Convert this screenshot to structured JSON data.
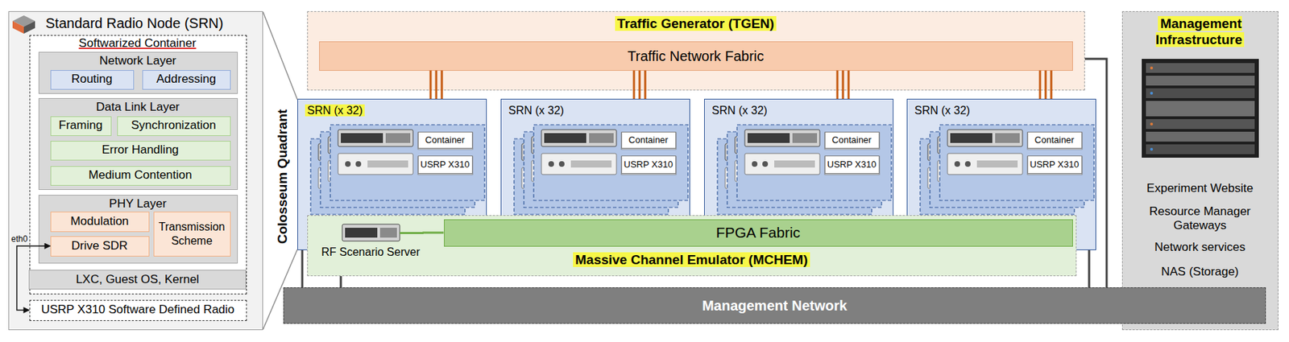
{
  "diagram": {
    "nodes": [
      {
        "text": [
          "Standard Radio Node (SRN)"
        ]
      },
      {
        "text": [
          "Softwarized Container"
        ],
        "in": 0
      },
      {
        "text": [
          "Network Layer"
        ],
        "in": 1
      },
      {
        "text": [
          "Routing"
        ],
        "in": 2
      },
      {
        "text": [
          "Addressing"
        ],
        "in": 2
      },
      {
        "text": [
          "Data Link Layer"
        ],
        "in": 1
      },
      {
        "text": [
          "Framing"
        ],
        "in": 5
      },
      {
        "text": [
          "Synchronization"
        ],
        "in": 5
      },
      {
        "text": [
          "Error Handling"
        ],
        "in": 5
      },
      {
        "text": [
          "Medium Contention"
        ],
        "in": 5
      },
      {
        "text": [
          "PHY Layer"
        ],
        "in": 1
      },
      {
        "text": [
          "Modulation"
        ],
        "in": 10
      },
      {
        "text": [
          "Drive SDR"
        ],
        "in": 10
      },
      {
        "text": [
          "Transmission Scheme"
        ],
        "in": 10
      },
      {
        "text": [
          "LXC, Guest OS, Kernel"
        ],
        "in": 1
      },
      {
        "text": [
          "USRP X310 Software Defined Radio"
        ],
        "in": 0
      },
      {
        "text": [
          "Traffic Generator (TGEN)"
        ]
      },
      {
        "text": [
          "Traffic Network Fabric"
        ],
        "in": 16
      },
      {
        "text": [
          "SRN (x 32)"
        ]
      },
      {
        "text": [
          "Container"
        ],
        "in": 18
      },
      {
        "text": [
          "USRP X310"
        ],
        "in": 18
      },
      {
        "text": [
          "SRN (x 32)"
        ]
      },
      {
        "text": [
          "Container"
        ],
        "in": 21
      },
      {
        "text": [
          "USRP X310"
        ],
        "in": 21
      },
      {
        "text": [
          "SRN (x 32)"
        ]
      },
      {
        "text": [
          "Container"
        ],
        "in": 24
      },
      {
        "text": [
          "USRP X310"
        ],
        "in": 24
      },
      {
        "text": [
          "SRN (x 32)"
        ]
      },
      {
        "text": [
          "Container"
        ],
        "in": 27
      },
      {
        "text": [
          "USRP X310"
        ],
        "in": 27
      },
      {
        "text": [
          "Massive Channel Emulator (MCHEM)"
        ]
      },
      {
        "text": [
          "RF Scenario Server"
        ],
        "in": 30
      },
      {
        "text": [
          "FPGA Fabric"
        ],
        "in": 30
      },
      {
        "text": [
          "Management Infrastructure",
          "Experiment Website",
          "Resource Manager Gateways",
          "Network services",
          "NAS (Storage)"
        ]
      },
      {
        "text": [
          "Management Network"
        ]
      }
    ],
    "edges": [
      {
        "from": 12,
        "to": 15,
        "label": "eth0",
        "arrow": "both"
      },
      {
        "from": 17,
        "to": 18,
        "arrow": "none"
      },
      {
        "from": 17,
        "to": 18,
        "arrow": "none"
      },
      {
        "from": 17,
        "to": 18,
        "arrow": "none"
      },
      {
        "from": 17,
        "to": 21,
        "arrow": "none"
      },
      {
        "from": 17,
        "to": 21,
        "arrow": "none"
      },
      {
        "from": 17,
        "to": 21,
        "arrow": "none"
      },
      {
        "from": 17,
        "to": 24,
        "arrow": "none"
      },
      {
        "from": 17,
        "to": 24,
        "arrow": "none"
      },
      {
        "from": 17,
        "to": 24,
        "arrow": "none"
      },
      {
        "from": 17,
        "to": 27,
        "arrow": "none"
      },
      {
        "from": 17,
        "to": 27,
        "arrow": "none"
      },
      {
        "from": 17,
        "to": 27,
        "arrow": "none"
      },
      {
        "from": 31,
        "to": 32,
        "arrow": "none"
      },
      {
        "from": 16,
        "to": 34,
        "arrow": "none"
      },
      {
        "from": 18,
        "to": 34,
        "arrow": "none"
      },
      {
        "from": 30,
        "to": 34,
        "arrow": "none"
      },
      {
        "from": 27,
        "to": 34,
        "arrow": "none"
      }
    ],
    "labels": [
      "Colosseum Quadrant"
    ]
  }
}
